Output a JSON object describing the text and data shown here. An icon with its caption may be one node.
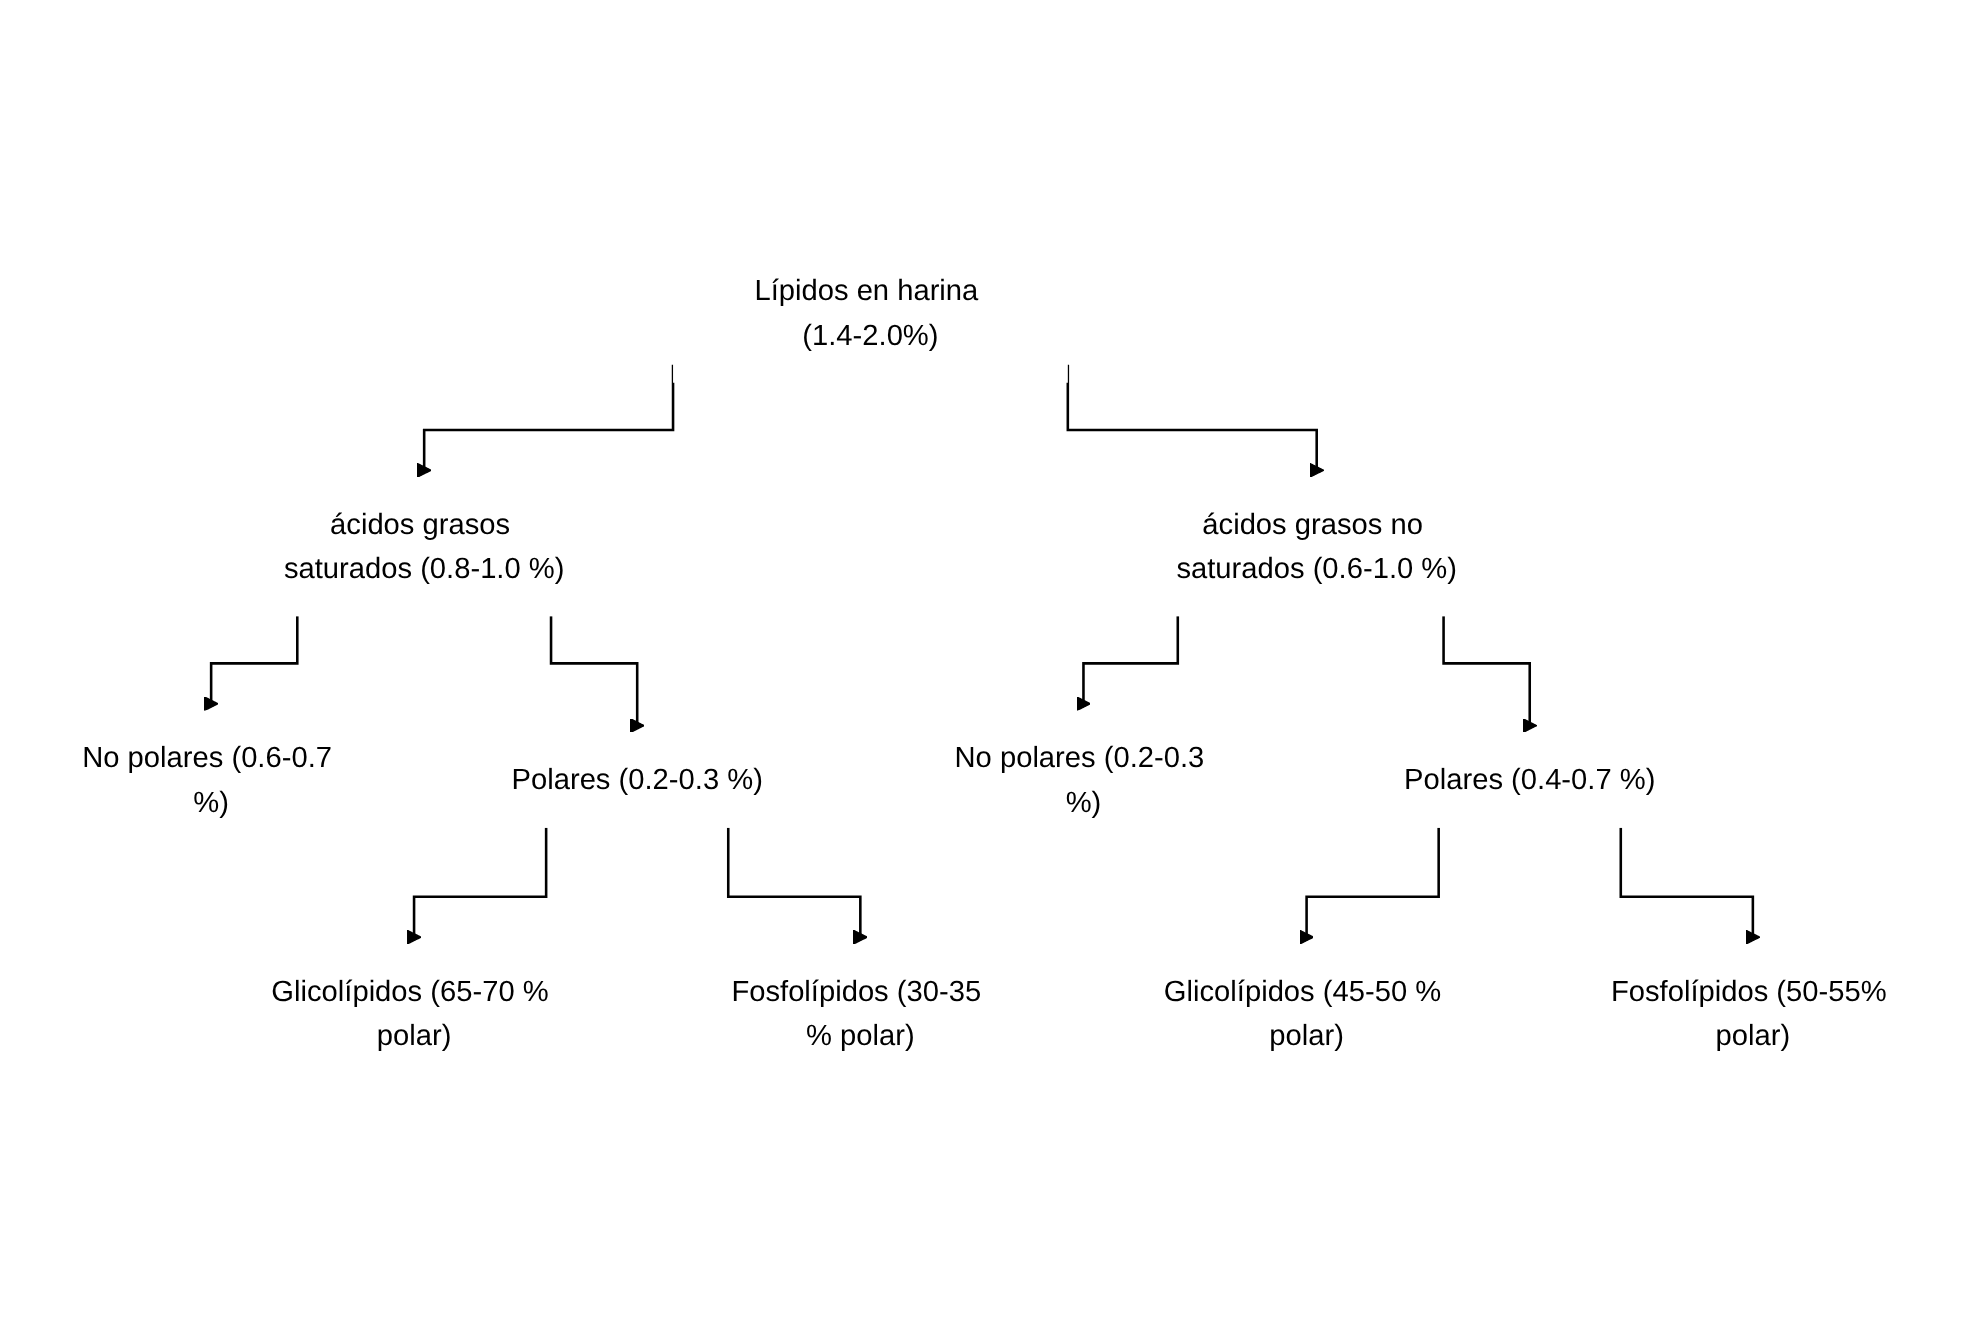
{
  "diagram": {
    "nodes": [
      {
        "text": [
          "Lípidos en harina (1.4-2.0%)"
        ]
      },
      {
        "text": [
          "ácidos grasos saturados (0.8-1.0 %)"
        ]
      },
      {
        "text": [
          "ácidos grasos no saturados (0.6-1.0 %)"
        ]
      },
      {
        "text": [
          "No polares (0.6-0.7 %)"
        ]
      },
      {
        "text": [
          "Polares (0.2-0.3 %)"
        ]
      },
      {
        "text": [
          "No polares (0.2-0.3 %)"
        ]
      },
      {
        "text": [
          "Polares (0.4-0.7 %)"
        ]
      },
      {
        "text": [
          "Glicolípidos (65-70 % polar)"
        ]
      },
      {
        "text": [
          "Fosfolípidos (30-35 % polar)"
        ]
      },
      {
        "text": [
          "Glicolípidos (45-50 % polar)"
        ]
      },
      {
        "text": [
          "Fosfolípidos (50-55% polar)"
        ]
      }
    ],
    "edges": [
      {
        "from": 0,
        "to": 1,
        "arrow": "to"
      },
      {
        "from": 0,
        "to": 2,
        "arrow": "to"
      },
      {
        "from": 1,
        "to": 3,
        "arrow": "to"
      },
      {
        "from": 1,
        "to": 4,
        "arrow": "to"
      },
      {
        "from": 2,
        "to": 5,
        "arrow": "to"
      },
      {
        "from": 2,
        "to": 6,
        "arrow": "to"
      },
      {
        "from": 4,
        "to": 7,
        "arrow": "to"
      },
      {
        "from": 4,
        "to": 8,
        "arrow": "to"
      },
      {
        "from": 6,
        "to": 9,
        "arrow": "to"
      },
      {
        "from": 6,
        "to": 10,
        "arrow": "to"
      }
    ]
  }
}
